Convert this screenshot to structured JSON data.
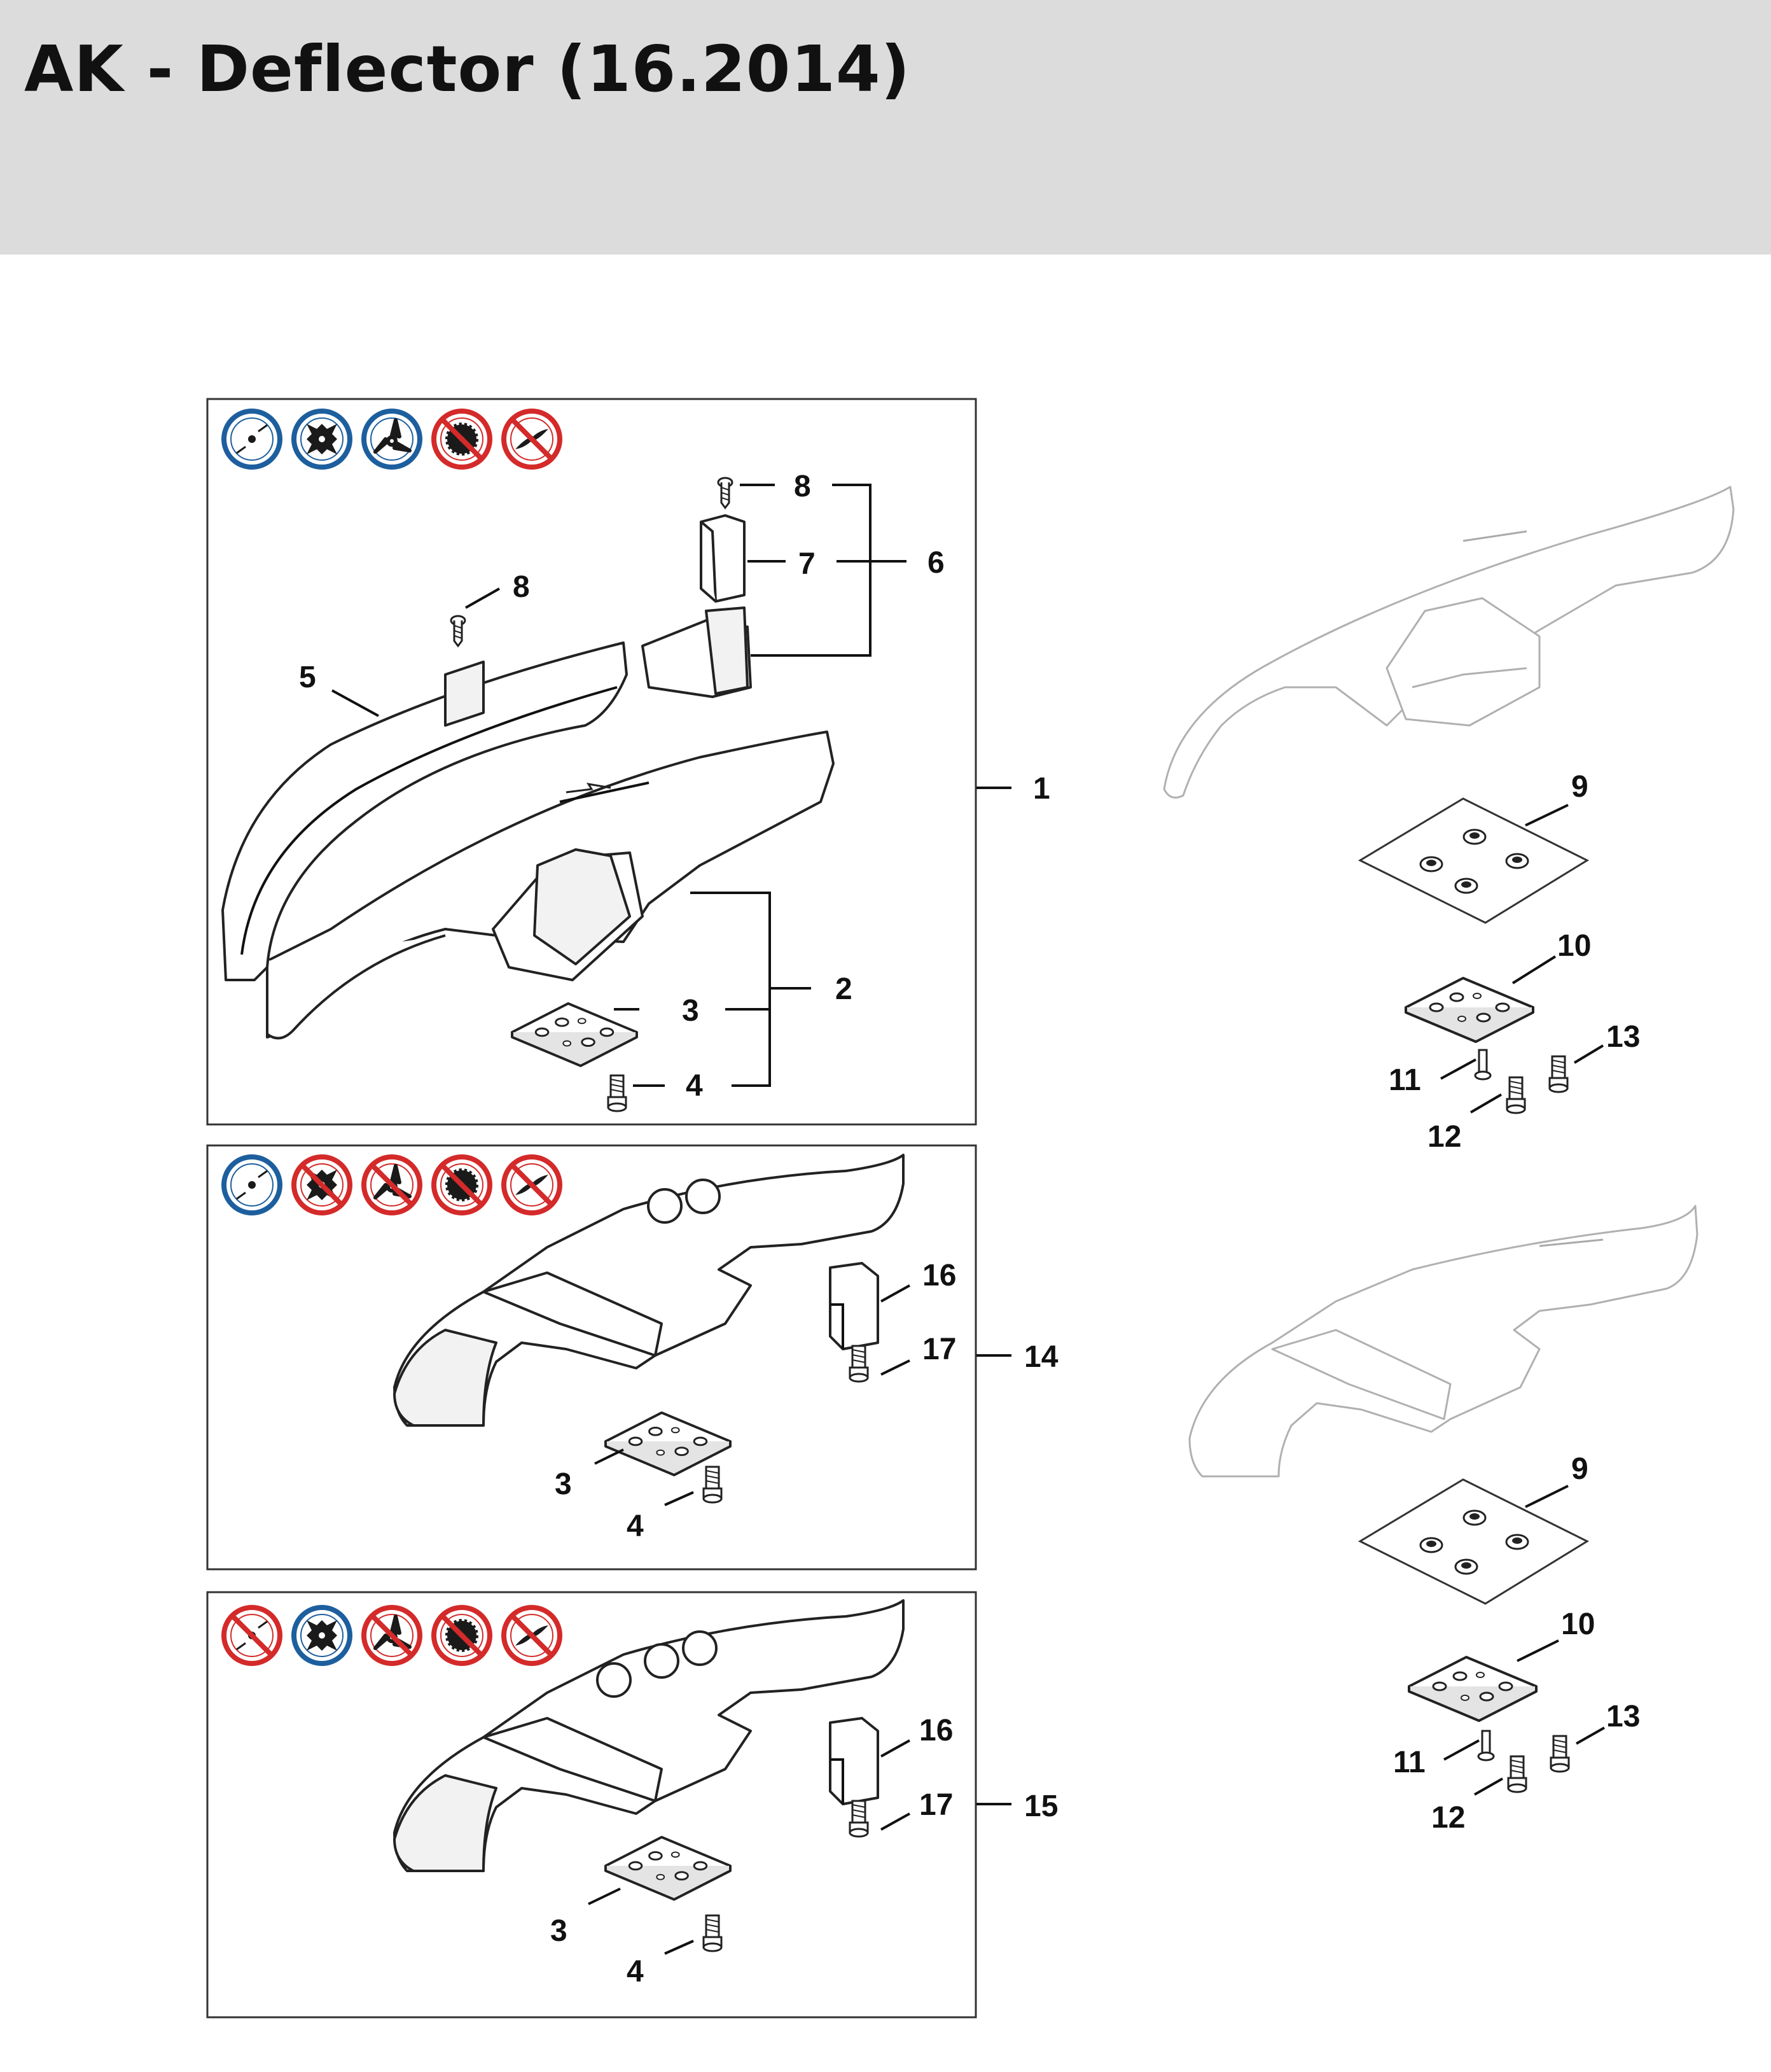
{
  "title": "AK - Deflector (16.2014)",
  "icons": {
    "panel1": [
      {
        "name": "mowing-head-icon",
        "allowed": true
      },
      {
        "name": "grass-blade-4-tooth-icon",
        "allowed": true
      },
      {
        "name": "grass-blade-3-tooth-icon",
        "allowed": true
      },
      {
        "name": "saw-blade-icon",
        "allowed": false
      },
      {
        "name": "brush-knife-icon",
        "allowed": false
      }
    ],
    "panel2": [
      {
        "name": "mowing-head-icon",
        "allowed": true
      },
      {
        "name": "grass-blade-4-tooth-icon",
        "allowed": false
      },
      {
        "name": "grass-blade-3-tooth-icon",
        "allowed": false
      },
      {
        "name": "saw-blade-icon",
        "allowed": false
      },
      {
        "name": "brush-knife-icon",
        "allowed": false
      }
    ],
    "panel3": [
      {
        "name": "mowing-head-icon",
        "allowed": false
      },
      {
        "name": "grass-blade-4-tooth-icon",
        "allowed": true
      },
      {
        "name": "grass-blade-3-tooth-icon",
        "allowed": false
      },
      {
        "name": "saw-blade-icon",
        "allowed": false
      },
      {
        "name": "brush-knife-icon",
        "allowed": false
      }
    ],
    "colors": {
      "allowed": "#1d5f9e",
      "forbidden": "#d42a2a"
    }
  },
  "callouts": {
    "p1": {
      "n8a": "8",
      "n7": "7",
      "n6": "6",
      "n8b": "8",
      "n5": "5",
      "n1": "1",
      "n2": "2",
      "n3": "3",
      "n4": "4"
    },
    "p2": {
      "n16": "16",
      "n17": "17",
      "n14": "14",
      "n3": "3",
      "n4": "4"
    },
    "p3": {
      "n16": "16",
      "n17": "17",
      "n15": "15",
      "n3": "3",
      "n4": "4"
    },
    "r1": {
      "n9": "9",
      "n10": "10",
      "n11": "11",
      "n12": "12",
      "n13": "13"
    },
    "r2": {
      "n9": "9",
      "n10": "10",
      "n11": "11",
      "n12": "12",
      "n13": "13"
    }
  }
}
